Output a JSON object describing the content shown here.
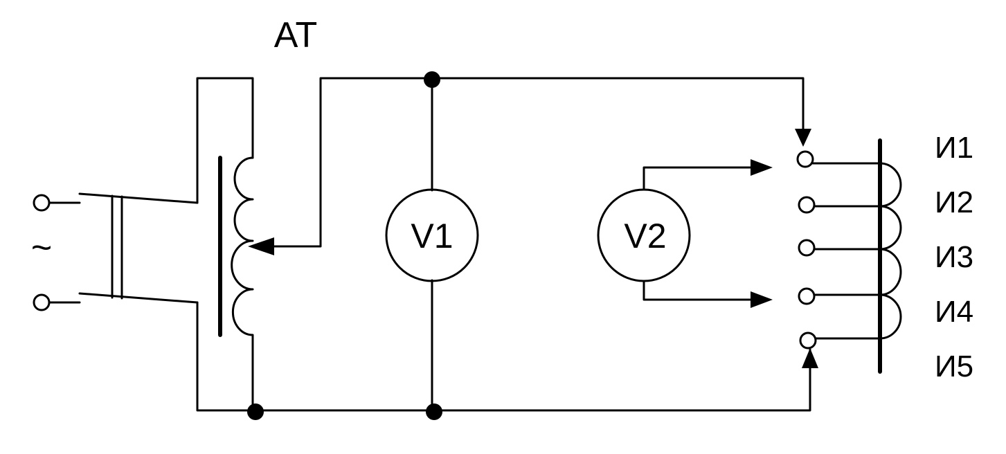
{
  "labels": {
    "transformer": "AT",
    "source_symbol": "~",
    "v1": "V1",
    "v2": "V2",
    "taps": [
      "И1",
      "И2",
      "И3",
      "И4",
      "И5"
    ]
  },
  "colors": {
    "ink": "#000000",
    "background": "#ffffff"
  }
}
